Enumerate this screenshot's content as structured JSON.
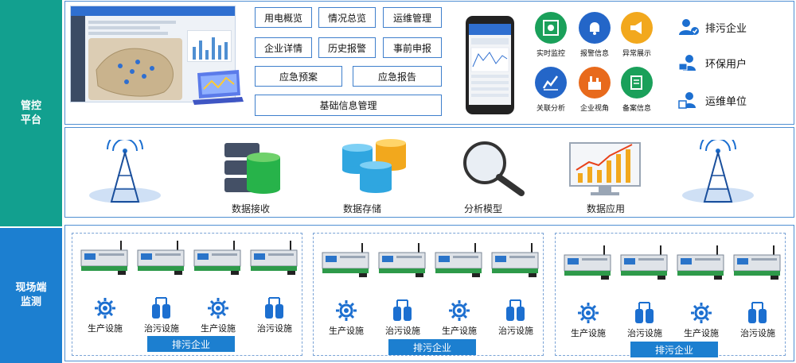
{
  "sidebar": {
    "top_line1": "管控",
    "top_line2": "平台",
    "bottom_line1": "现场端",
    "bottom_line2": "监测"
  },
  "buttons": [
    "用电概览",
    "情况总览",
    "运维管理",
    "企业详情",
    "历史报警",
    "事前申报",
    "应急预案",
    "应急报告",
    "基础信息管理"
  ],
  "apps": [
    "实时监控",
    "报警信息",
    "异常展示",
    "关联分析",
    "企业视角",
    "备案信息"
  ],
  "users": [
    "排污企业",
    "环保用户",
    "运维单位"
  ],
  "data_layer": [
    "数据接收",
    "数据存储",
    "分析模型",
    "数据应用"
  ],
  "facilities": {
    "production": "生产设施",
    "treatment": "治污设施"
  },
  "enterprise_label": "排污企业",
  "colors": {
    "green": "#12a08f",
    "blue": "#1c7fd0",
    "border": "#4f8fd2"
  }
}
